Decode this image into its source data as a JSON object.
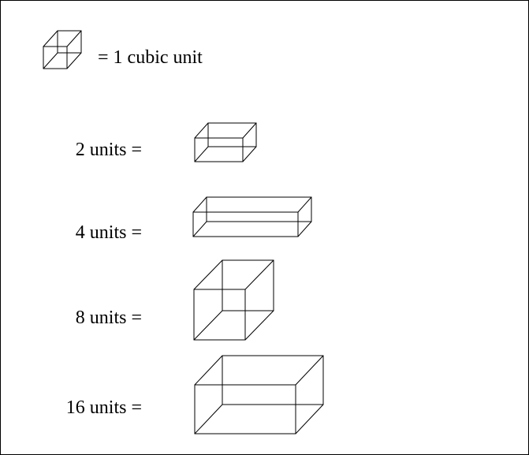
{
  "legend": {
    "text": "= 1 cubic unit",
    "icon": "unit-cube-icon"
  },
  "rows": [
    {
      "label": "2 units =",
      "volume": 2,
      "dimensions": [
        2,
        1,
        1
      ]
    },
    {
      "label": "4 units =",
      "volume": 4,
      "dimensions": [
        4,
        1,
        1
      ]
    },
    {
      "label": "8 units =",
      "volume": 8,
      "dimensions": [
        2,
        2,
        2
      ]
    },
    {
      "label": "16 units =",
      "volume": 16,
      "dimensions": [
        4,
        2,
        2
      ]
    }
  ],
  "colors": {
    "stroke": "#000000",
    "background": "#ffffff"
  }
}
